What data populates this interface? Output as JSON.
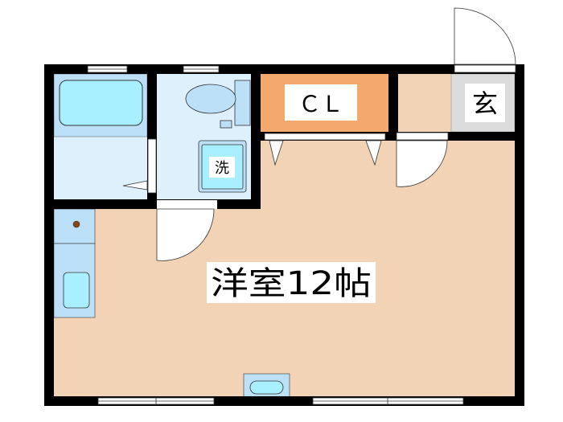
{
  "rooms": {
    "closet": {
      "label": "ＣＬ"
    },
    "entrance": {
      "label": "玄"
    },
    "washer": {
      "label": "洗"
    },
    "main_room": {
      "label": "洋室12帖"
    }
  },
  "colors": {
    "wall": "#000000",
    "floor": "#f2d3b5",
    "closet": "#f2a96b",
    "entrance": "#dcdcdc",
    "wet_area": "#ddf0fc",
    "fixture": "#bde0f9",
    "water": "#a8f0ff"
  }
}
